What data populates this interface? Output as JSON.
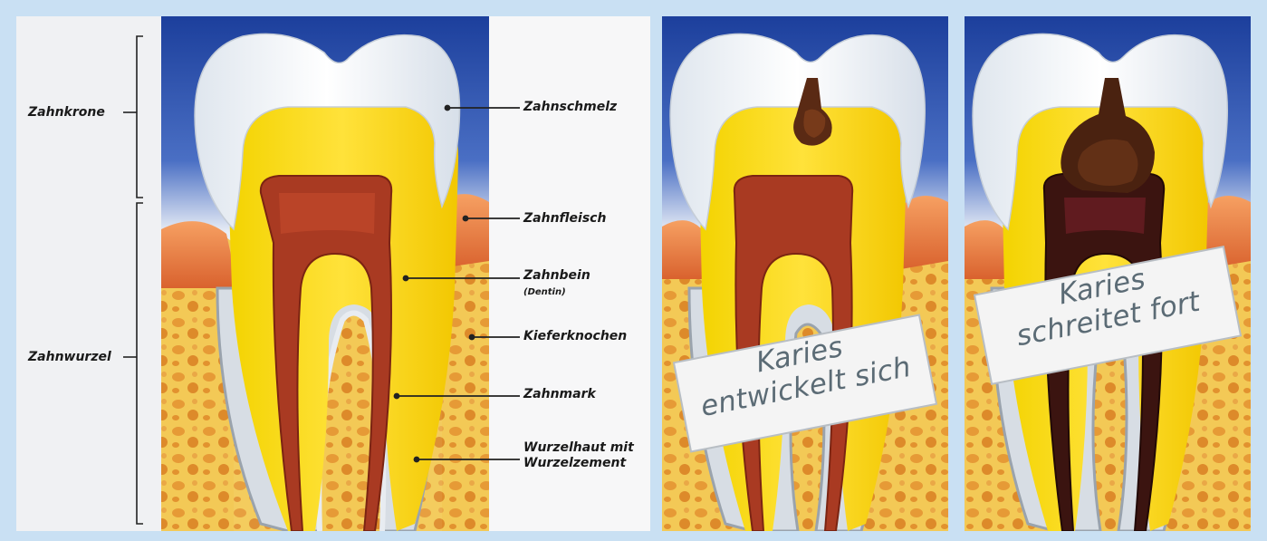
{
  "labels_left": {
    "crown": "Zahnkrone",
    "root": "Zahnwurzel"
  },
  "labels_right": {
    "enamel": "Zahnschmelz",
    "gum": "Zahnfleisch",
    "dentin": "Zahnbein",
    "dentin_sub": "(Dentin)",
    "bone": "Kieferknochen",
    "pulp": "Zahnmark",
    "root_skin_line1": "Wurzelhaut mit",
    "root_skin_line2": "Wurzelzement"
  },
  "panel2_sign": {
    "line1": "Karies",
    "line2": "entwickelt sich"
  },
  "panel3_sign": {
    "line1": "Karies",
    "line2": "schreitet fort"
  }
}
